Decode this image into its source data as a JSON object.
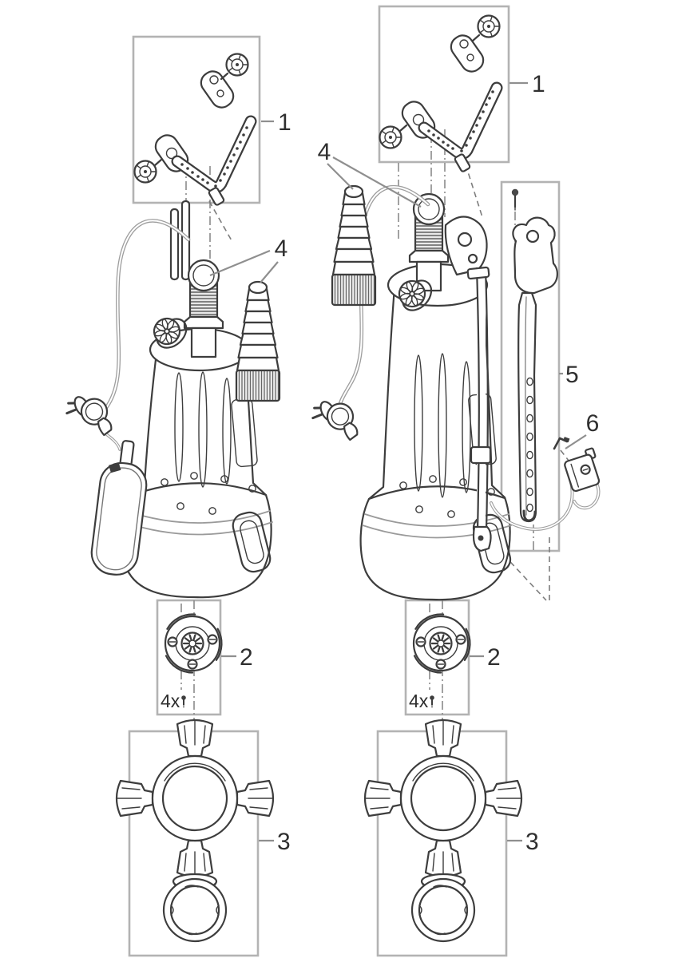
{
  "diagram": {
    "type": "exploded-parts-diagram",
    "callouts": {
      "left": {
        "handle": "1",
        "impeller": "2",
        "base": "3",
        "outlet": "4",
        "screw_count": "4x"
      },
      "right": {
        "handle": "1",
        "impeller": "2",
        "base": "3",
        "outlet": "4",
        "rail": "5",
        "clip": "6",
        "screw_count": "4x"
      }
    },
    "colors": {
      "line": "#3d3d3d",
      "box": "#b3b3b3",
      "leader": "#8f8f8f",
      "label": "#2f2f2f",
      "cable": "#9e9e9e",
      "background": "#ffffff"
    }
  }
}
